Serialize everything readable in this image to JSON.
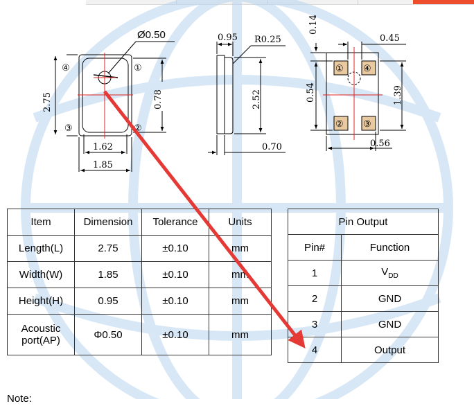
{
  "diagram": {
    "top_view": {
      "acoustic_port": "Ø0.50",
      "length": "2.75",
      "width_inner": "1.62",
      "width": "1.85",
      "height_right": "0.78",
      "pins": [
        "④",
        "①",
        "③",
        "②"
      ]
    },
    "side_view": {
      "height": "0.95",
      "radius": "R0.25",
      "length": "2.52",
      "foot": "0.70"
    },
    "bottom_view": {
      "top_margin": "0.14",
      "pad_gap_x": "0.45",
      "pad_pitch_y": "0.54",
      "pad_span_y": "1.39",
      "pad_span_x": "0.56",
      "pads": [
        "①",
        "④",
        "②",
        "③"
      ]
    }
  },
  "dimension_table": {
    "headers": [
      "Item",
      "Dimension",
      "Tolerance",
      "Units"
    ],
    "rows": [
      [
        "Length(L)",
        "2.75",
        "±0.10",
        "mm"
      ],
      [
        "Width(W)",
        "1.85",
        "±0.10",
        "mm"
      ],
      [
        "Height(H)",
        "0.95",
        "±0.10",
        "mm"
      ]
    ],
    "last_row": {
      "item_line1": "Acoustic",
      "item_line2": "port(AP)",
      "dimension": "Φ0.50",
      "tolerance": "±0.10",
      "units": "mm"
    }
  },
  "pin_table": {
    "title": "Pin Output",
    "headers": [
      "Pin#",
      "Function"
    ],
    "vdd_main": "V",
    "vdd_sub": "DD",
    "rows": [
      [
        "1",
        ""
      ],
      [
        "2",
        "GND"
      ],
      [
        "3",
        "GND"
      ],
      [
        "4",
        "Output"
      ]
    ]
  },
  "note": "Note:",
  "colors": {
    "watermark": "#b7d4f0",
    "accent_bar": "#ee4d2d",
    "arrow": "#e53935",
    "centerline": "#e02020",
    "pad": "#e8c9a0"
  }
}
